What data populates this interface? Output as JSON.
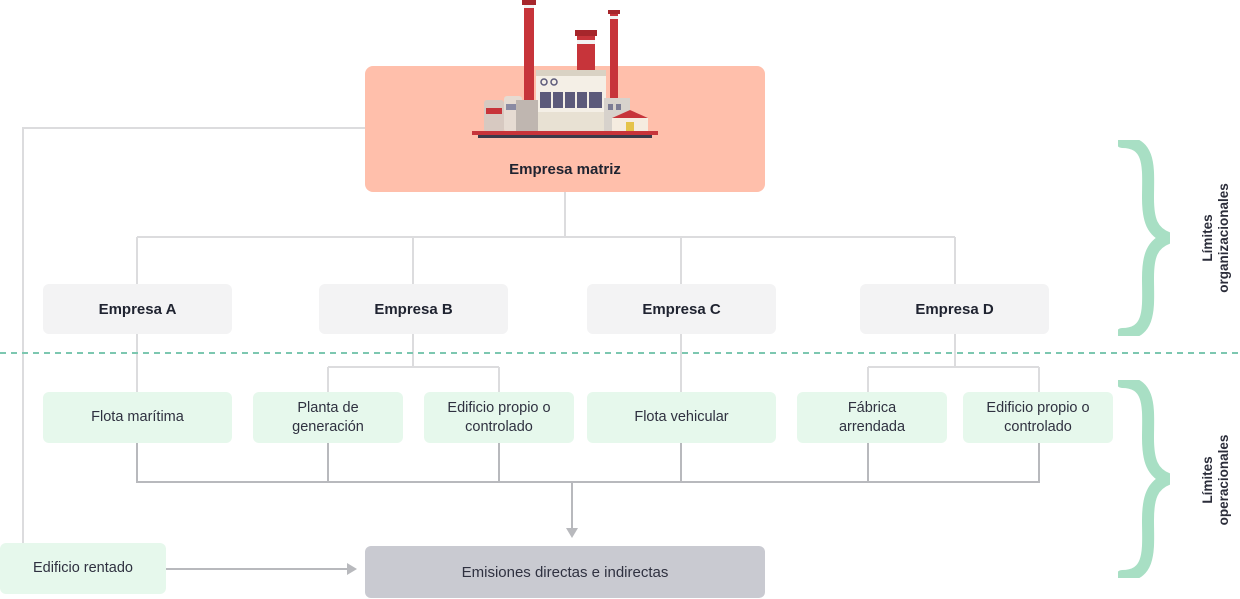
{
  "parent": {
    "label": "Empresa matriz"
  },
  "companies": [
    {
      "label": "Empresa A"
    },
    {
      "label": "Empresa B"
    },
    {
      "label": "Empresa C"
    },
    {
      "label": "Empresa D"
    }
  ],
  "operations": [
    {
      "label": "Flota marítima"
    },
    {
      "label": "Planta de generación"
    },
    {
      "label": "Edificio propio o controlado"
    },
    {
      "label": "Flota vehicular"
    },
    {
      "label": "Fábrica arrendada"
    },
    {
      "label": "Edificio propio o controlado"
    }
  ],
  "rented": {
    "label": "Edificio rentado"
  },
  "emissions": {
    "label": "Emisiones directas e indirectas"
  },
  "side": {
    "organizational": {
      "line1": "Límites",
      "line2": "organizacionales"
    },
    "operational": {
      "line1": "Límites",
      "line2": "operacionales"
    }
  },
  "colors": {
    "parent": "#ffbfab",
    "company": "#f3f3f4",
    "operation": "#e6f8ec",
    "emissions": "#c9cad1",
    "brace": "#a8dfc4",
    "divider": "#7cc7b0",
    "connector": "#d6d6d8"
  }
}
